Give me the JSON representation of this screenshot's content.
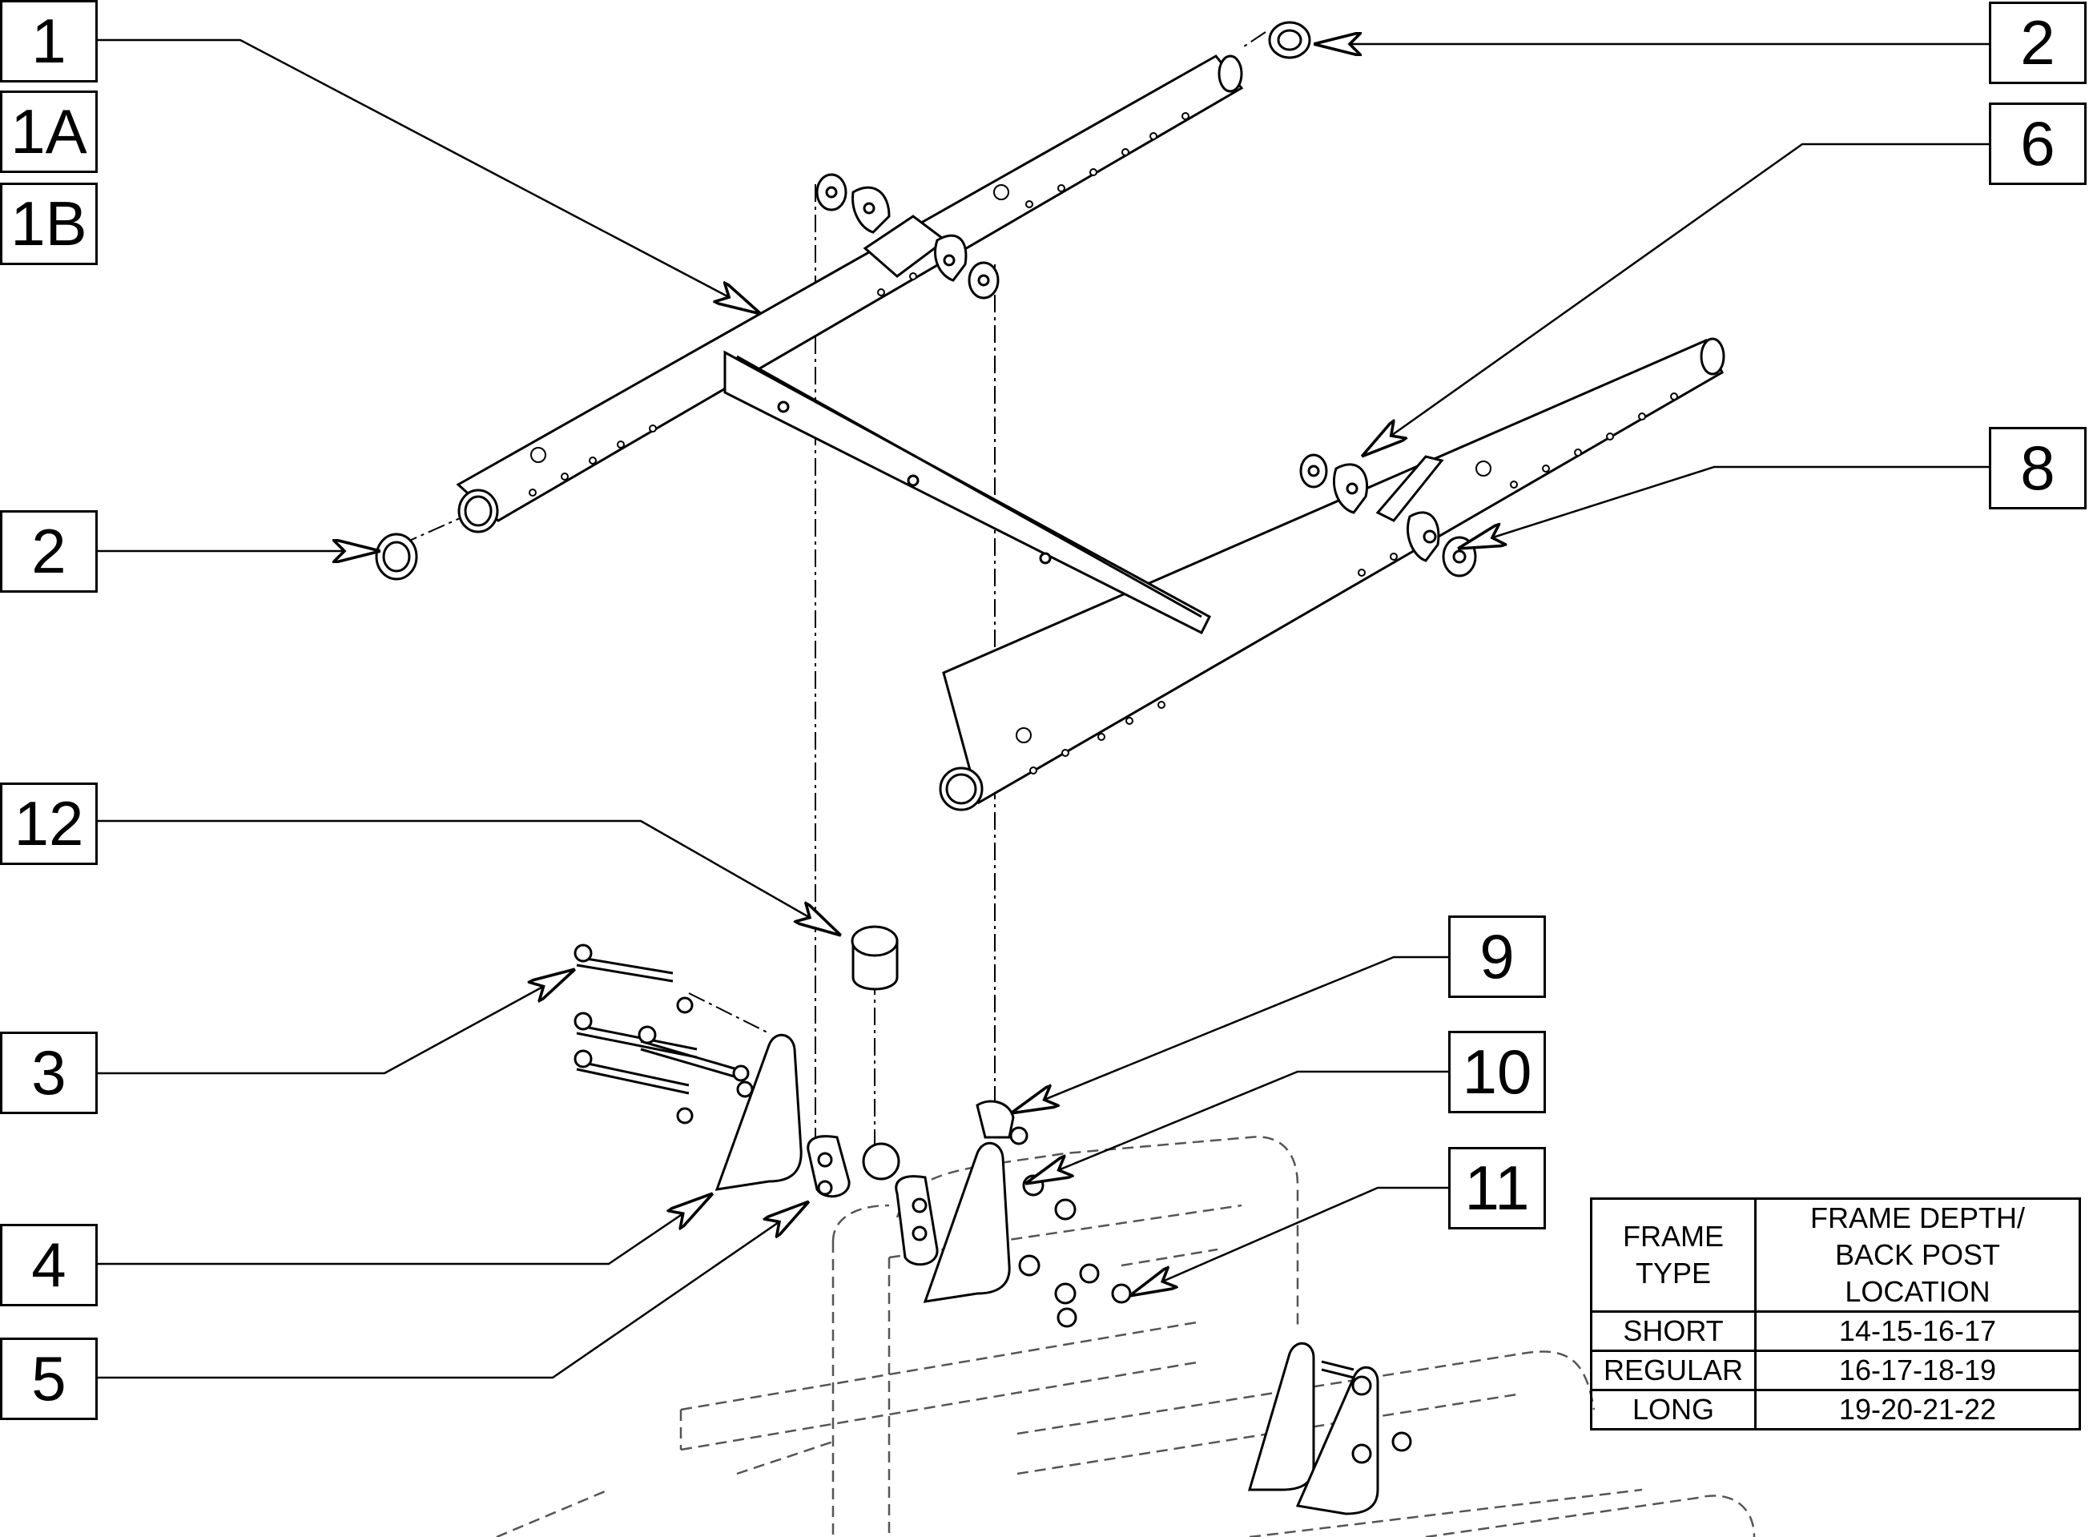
{
  "callouts": [
    {
      "id": "c1",
      "label": "1"
    },
    {
      "id": "c1a",
      "label": "1A"
    },
    {
      "id": "c1b",
      "label": "1B"
    },
    {
      "id": "c2-left",
      "label": "2"
    },
    {
      "id": "c12",
      "label": "12"
    },
    {
      "id": "c3",
      "label": "3"
    },
    {
      "id": "c4",
      "label": "4"
    },
    {
      "id": "c5",
      "label": "5"
    },
    {
      "id": "c2-right",
      "label": "2"
    },
    {
      "id": "c6",
      "label": "6"
    },
    {
      "id": "c8",
      "label": "8"
    },
    {
      "id": "c9",
      "label": "9"
    },
    {
      "id": "c10",
      "label": "10"
    },
    {
      "id": "c11",
      "label": "11"
    }
  ],
  "table": {
    "header": {
      "col1": "FRAME\nTYPE",
      "col2": "FRAME DEPTH/\nBACK POST LOCATION"
    },
    "rows": [
      {
        "type": "SHORT",
        "location": "14-15-16-17"
      },
      {
        "type": "REGULAR",
        "location": "16-17-18-19"
      },
      {
        "type": "LONG",
        "location": "19-20-21-22"
      }
    ]
  }
}
